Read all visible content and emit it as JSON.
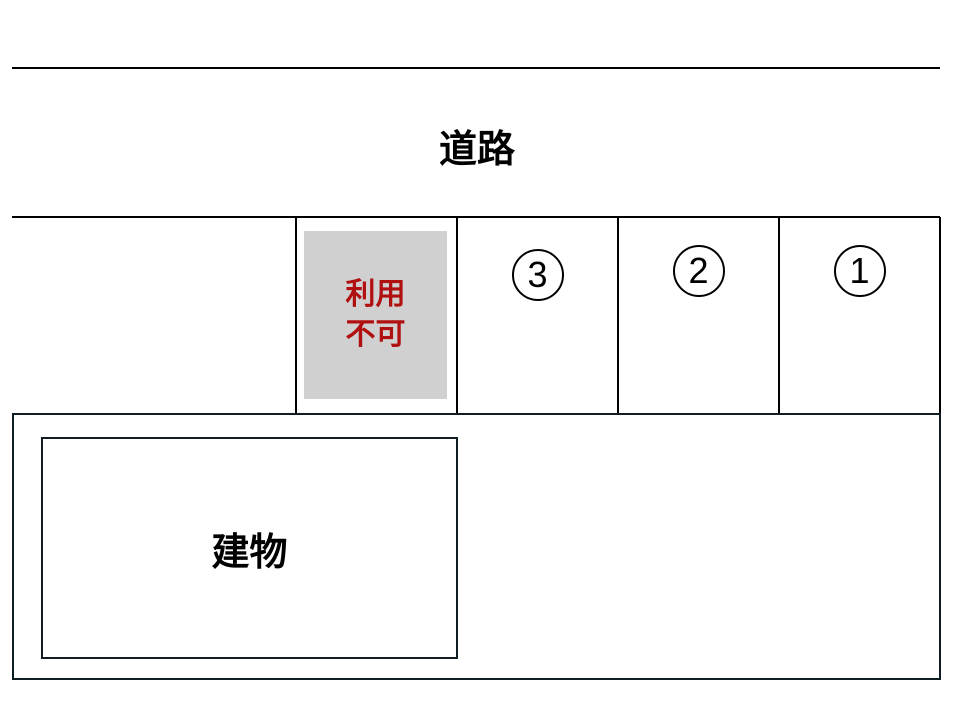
{
  "road": {
    "label": "道路"
  },
  "parking": {
    "unavailable_label_line1": "利用",
    "unavailable_label_line2": "不可",
    "unavailable_bg": "#d0d0d0",
    "unavailable_color": "#b01010",
    "slots": [
      {
        "number": "3"
      },
      {
        "number": "2"
      },
      {
        "number": "1"
      }
    ]
  },
  "building": {
    "label": "建物"
  }
}
